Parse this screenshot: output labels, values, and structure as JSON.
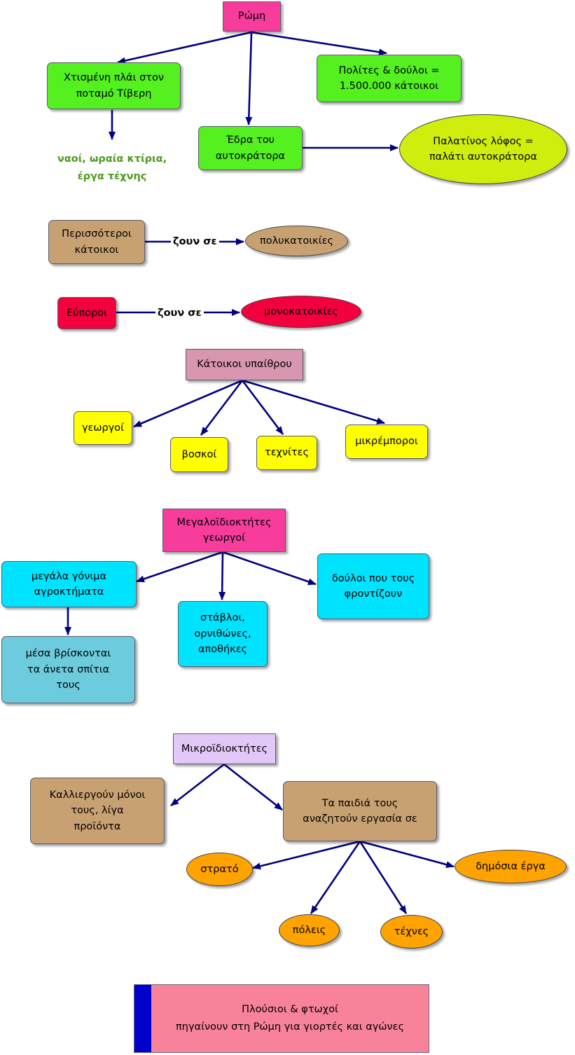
{
  "colors": {
    "edge": "#000080",
    "green": "#54f01f",
    "lime": "#cfee0d",
    "tan": "#c8a172",
    "red": "#f3003e",
    "mauve": "#d896b0",
    "yellow": "#ffff00",
    "magenta": "#f73c9c",
    "cyan": "#00e3ff",
    "lightblue": "#6dcbde",
    "lavender": "#e1c8f7",
    "orange": "#ffa300",
    "note": "#4e9a1e",
    "banner": "#f8829a",
    "banner_bar": "#0000cc"
  },
  "nodes": {
    "rome": "Ρώμη",
    "tiber": "Χτισμένη πλάι στον\nποταμό Τίβερη",
    "citizens": "Πολίτες & δούλοι =\n1.500.000 κάτοικοι",
    "seat": "Έδρα του\nαυτοκράτορα",
    "palatine": "Παλατίνος λόφος =\nπαλάτι αυτοκράτορα",
    "most_inhabitants": "Περισσότεροι\nκάτοικοι",
    "apartments": "πολυκατοικίες",
    "wealthy": "Εύποροι",
    "houses": "μονοκατοικίες",
    "rural": "Κάτοικοι υπαίθρου",
    "farmers": "γεωργοί",
    "herders": "βοσκοί",
    "craftsmen": "τεχνίτες",
    "merchants": "μικρέμποροι",
    "landowners": "Μεγαλοϊδιοκτήτες\nγεωργοί",
    "estates": "μεγάλα γόνιμα\nαγροκτήματα",
    "stables": "στάβλοι,\nορνιθώνες,\nαποθήκες",
    "slaves": "δούλοι που τους\nφροντίζουν",
    "homes": "μέσα βρίσκονται\nτα άνετα σπίτια\nτους",
    "smallholders": "Μικροϊδιοκτήτες",
    "cultivate": "Καλλιεργούν μόνοι\nτους, λίγα\nπροϊόντα",
    "children": "Τα παιδιά τους\nαναζητούν εργασία σε",
    "army": "στρατό",
    "public_works": "δημόσια έργα",
    "cities": "πόλεις",
    "arts": "τέχνες"
  },
  "note": "ναοί, ωραία κτίρια,\nέργα τέχνης",
  "edge_labels": {
    "live_in_1": "ζουν σε",
    "live_in_2": "ζουν σε"
  },
  "banner": "Πλούσιοι & φτωχοί\nπηγαίνουν στη Ρώμη για γιορτές και αγώνες"
}
